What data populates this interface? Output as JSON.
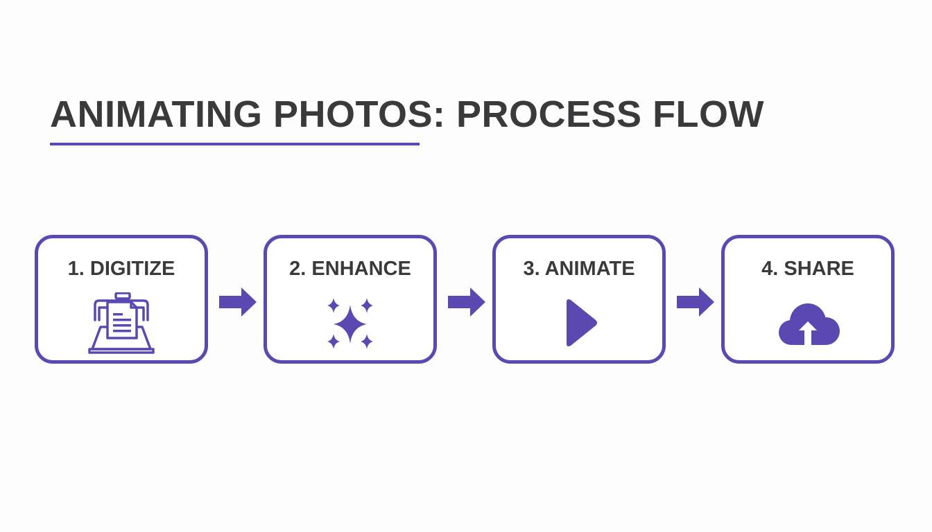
{
  "title": "ANIMATING PHOTOS: PROCESS FLOW",
  "accent_color": "#5b48b0",
  "steps": [
    {
      "label": "1. DIGITIZE",
      "icon": "scanner-icon"
    },
    {
      "label": "2. ENHANCE",
      "icon": "sparkles-icon"
    },
    {
      "label": "3. ANIMATE",
      "icon": "play-icon"
    },
    {
      "label": "4. SHARE",
      "icon": "cloud-upload-icon"
    }
  ]
}
